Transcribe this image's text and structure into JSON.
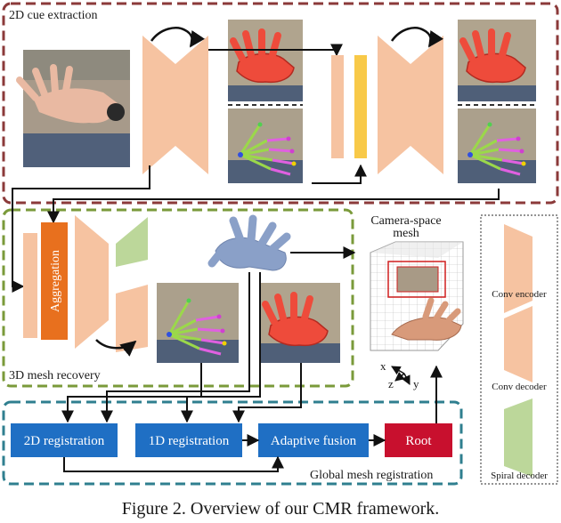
{
  "sections": {
    "cue_extraction": "2D cue extraction",
    "mesh_recovery": "3D mesh recovery",
    "global_registration": "Global mesh registration"
  },
  "blocks": {
    "aggregation": "Aggregation",
    "registration_2d": "2D registration",
    "registration_1d": "1D  registration",
    "adaptive_fusion": "Adaptive fusion",
    "root": "Root"
  },
  "camera_mesh": {
    "line1": "Camera-space",
    "line2": "mesh"
  },
  "axes": {
    "x": "x",
    "y": "y",
    "z": "z"
  },
  "legend": {
    "conv_encoder": "Conv encoder",
    "conv_decoder": "Conv decoder",
    "spiral_decoder": "Spiral decoder"
  },
  "caption": "Figure 2. Overview of our CMR framework.",
  "colors": {
    "cue_border": "#8b3a3a",
    "recovery_border": "#7a9a3a",
    "registration_border": "#2f7f8f",
    "block_blue": "#1f6fc4",
    "root_red": "#c8102e",
    "conv_peach": "#f6c3a1",
    "aggregation_orange": "#e8701e",
    "yellow": "#f8c948",
    "spiral_green": "#bcd79a"
  }
}
